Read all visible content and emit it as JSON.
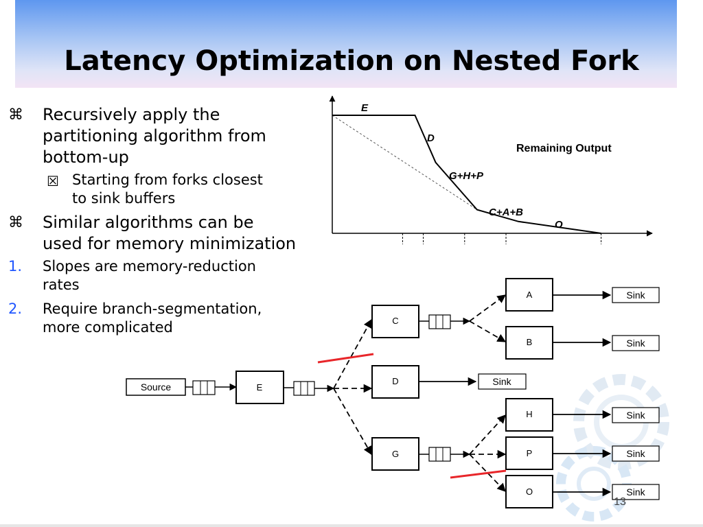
{
  "slide": {
    "title": "Latency Optimization on Nested Fork",
    "page_number": "13",
    "bullets": [
      {
        "marker": "⌘",
        "text_lines": [
          "Recursively apply the",
          "partitioning algorithm from",
          "bottom-up"
        ]
      },
      {
        "marker": "☒",
        "text_lines": [
          "Starting from forks closest",
          "to sink buffers"
        ]
      },
      {
        "marker": "⌘",
        "text_lines": [
          "Similar algorithms can be",
          "used for memory minimization"
        ]
      },
      {
        "marker": "1.",
        "text_lines": [
          "Slopes are memory-reduction",
          "rates"
        ]
      },
      {
        "marker": "2.",
        "text_lines": [
          "Require branch-segmentation,",
          "more complicated"
        ]
      }
    ]
  },
  "chart_data": {
    "type": "line",
    "title": "",
    "ylabel": "Remaining Output",
    "xlabel": "",
    "segment_labels": [
      "E",
      "D",
      "G+H+P",
      "C+A+B",
      "O"
    ],
    "series": [
      {
        "values": [
          [
            0,
            100
          ],
          [
            20,
            100
          ],
          [
            25,
            60
          ],
          [
            35,
            20
          ],
          [
            45,
            10
          ],
          [
            65,
            0
          ]
        ]
      },
      {
        "values": [
          [
            0,
            100
          ],
          [
            35,
            20
          ]
        ],
        "style": "dashed"
      }
    ],
    "x_tick_marks": [
      17,
      22,
      32,
      42,
      65
    ]
  },
  "diagram": {
    "node_labels": {
      "source": "Source",
      "E": "E",
      "C": "C",
      "D": "D",
      "G": "G",
      "A": "A",
      "B": "B",
      "H": "H",
      "P": "P",
      "O": "O"
    },
    "sink_label": "Sink",
    "cut_color": "#e8262a"
  }
}
